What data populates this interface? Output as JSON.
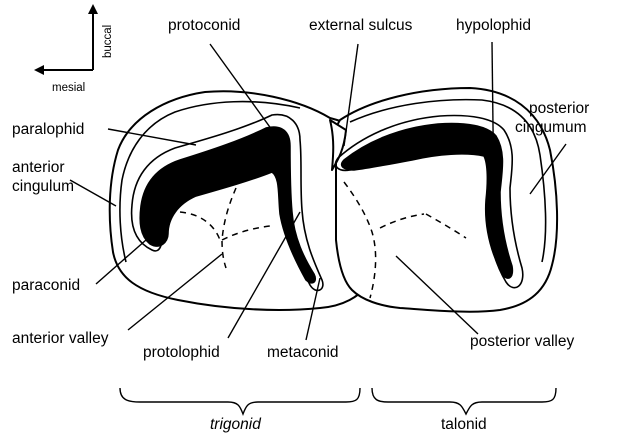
{
  "compass": {
    "up_label": "buccal",
    "left_label": "mesial"
  },
  "labels": {
    "protoconid": "protoconid",
    "external_sulcus": "external sulcus",
    "hypolophid": "hypolophid",
    "paralophid": "paralophid",
    "posterior_cingumum": [
      "posterior",
      "cingumum"
    ],
    "anterior_cingulum": [
      "anterior",
      "cingulum"
    ],
    "paraconid": "paraconid",
    "anterior_valley": "anterior valley",
    "protolophid": "protolophid",
    "metaconid": "metaconid",
    "posterior_valley": "posterior valley"
  },
  "groups": {
    "trigonid": "trigonid",
    "talonid": "talonid"
  },
  "colors": {
    "ink": "#000000",
    "background": "#ffffff"
  }
}
